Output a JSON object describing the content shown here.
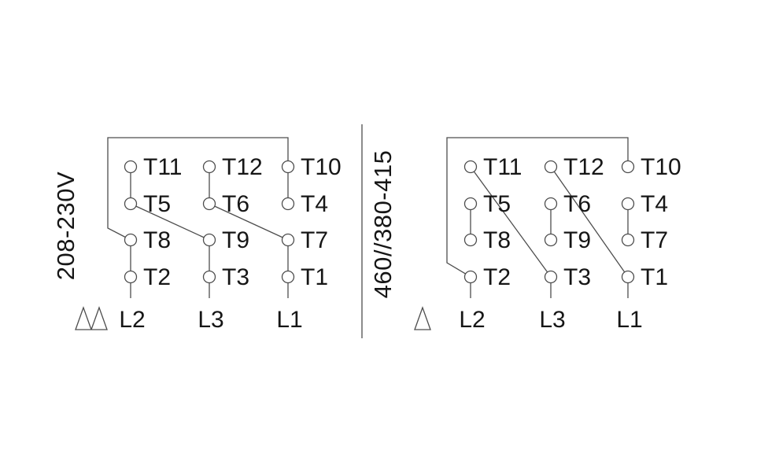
{
  "diagrams": [
    {
      "voltage_label": "208-230V",
      "symbol": "double-delta",
      "terminal_rows": [
        [
          "T11",
          "T12",
          "T10"
        ],
        [
          "T5",
          "T6",
          "T4"
        ],
        [
          "T8",
          "T9",
          "T7"
        ],
        [
          "T2",
          "T3",
          "T1"
        ]
      ],
      "line_labels": [
        "L2",
        "L3",
        "L1"
      ],
      "connections": [
        [
          "T11",
          "T5"
        ],
        [
          "T12",
          "T6"
        ],
        [
          "T10",
          "T4"
        ],
        [
          "T8",
          "T2"
        ],
        [
          "T9",
          "T3"
        ],
        [
          "T7",
          "T1"
        ],
        [
          "T5",
          "T9"
        ],
        [
          "T6",
          "T7"
        ],
        [
          "T10",
          "T8"
        ],
        [
          "T2",
          "L2"
        ],
        [
          "T3",
          "L3"
        ],
        [
          "T1",
          "L1"
        ]
      ]
    },
    {
      "voltage_label": "460//380-415",
      "symbol": "delta",
      "terminal_rows": [
        [
          "T11",
          "T12",
          "T10"
        ],
        [
          "T5",
          "T6",
          "T4"
        ],
        [
          "T8",
          "T9",
          "T7"
        ],
        [
          "T2",
          "T3",
          "T1"
        ]
      ],
      "line_labels": [
        "L2",
        "L3",
        "L1"
      ],
      "connections": [
        [
          "T5",
          "T8"
        ],
        [
          "T6",
          "T9"
        ],
        [
          "T4",
          "T7"
        ],
        [
          "T10",
          "T2"
        ],
        [
          "T11",
          "T3"
        ],
        [
          "T12",
          "T1"
        ],
        [
          "T2",
          "L2"
        ],
        [
          "T3",
          "L3"
        ],
        [
          "T1",
          "L1"
        ]
      ]
    }
  ],
  "colors": {
    "wire": "#4d4d4d",
    "text": "#161616",
    "background": "#ffffff"
  }
}
